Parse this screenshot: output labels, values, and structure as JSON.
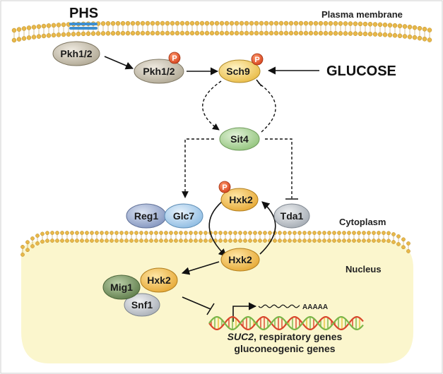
{
  "labels": {
    "phs": "PHS",
    "plasma_membrane": "Plasma membrane",
    "glucose": "GLUCOSE",
    "cytoplasm": "Cytoplasm",
    "nucleus": "Nucleus",
    "poly_a": "AAAAA",
    "genes_italic": "SUC2",
    "genes_line1_rest": ", respiratory genes",
    "genes_line2": "gluconeogenic genes",
    "phospho": "P"
  },
  "nodes": {
    "pkh1_2_membrane": "Pkh1/2",
    "pkh1_2_p": "Pkh1/2",
    "sch9": "Sch9",
    "sit4": "Sit4",
    "hxk2_p": "Hxk2",
    "reg1": "Reg1",
    "glc7": "Glc7",
    "tda1": "Tda1",
    "hxk2_cyto": "Hxk2",
    "mig1": "Mig1",
    "hxk2_nuc": "Hxk2",
    "snf1": "Snf1"
  },
  "colors": {
    "lipid_head": "#e8b84a",
    "phs_blue": "#3d8fd0",
    "pkh_fill": "#c9c2b0",
    "sch9_fill": "#f4d06f",
    "sit4_fill": "#b6d9a8",
    "hxk2_fill": "#f2c15c",
    "reg1_fill": "#a8b7d6",
    "glc7_fill": "#b5d3ee",
    "tda1_fill": "#c7cdd3",
    "mig1_fill": "#7f9a6a",
    "snf1_fill": "#c8ccd2",
    "phospho_fill": "#e4572e",
    "nucleus_fill": "#fbf6cd",
    "dna_red": "#d9462c",
    "dna_green": "#7ab648",
    "dna_yellow": "#e8c43a"
  }
}
